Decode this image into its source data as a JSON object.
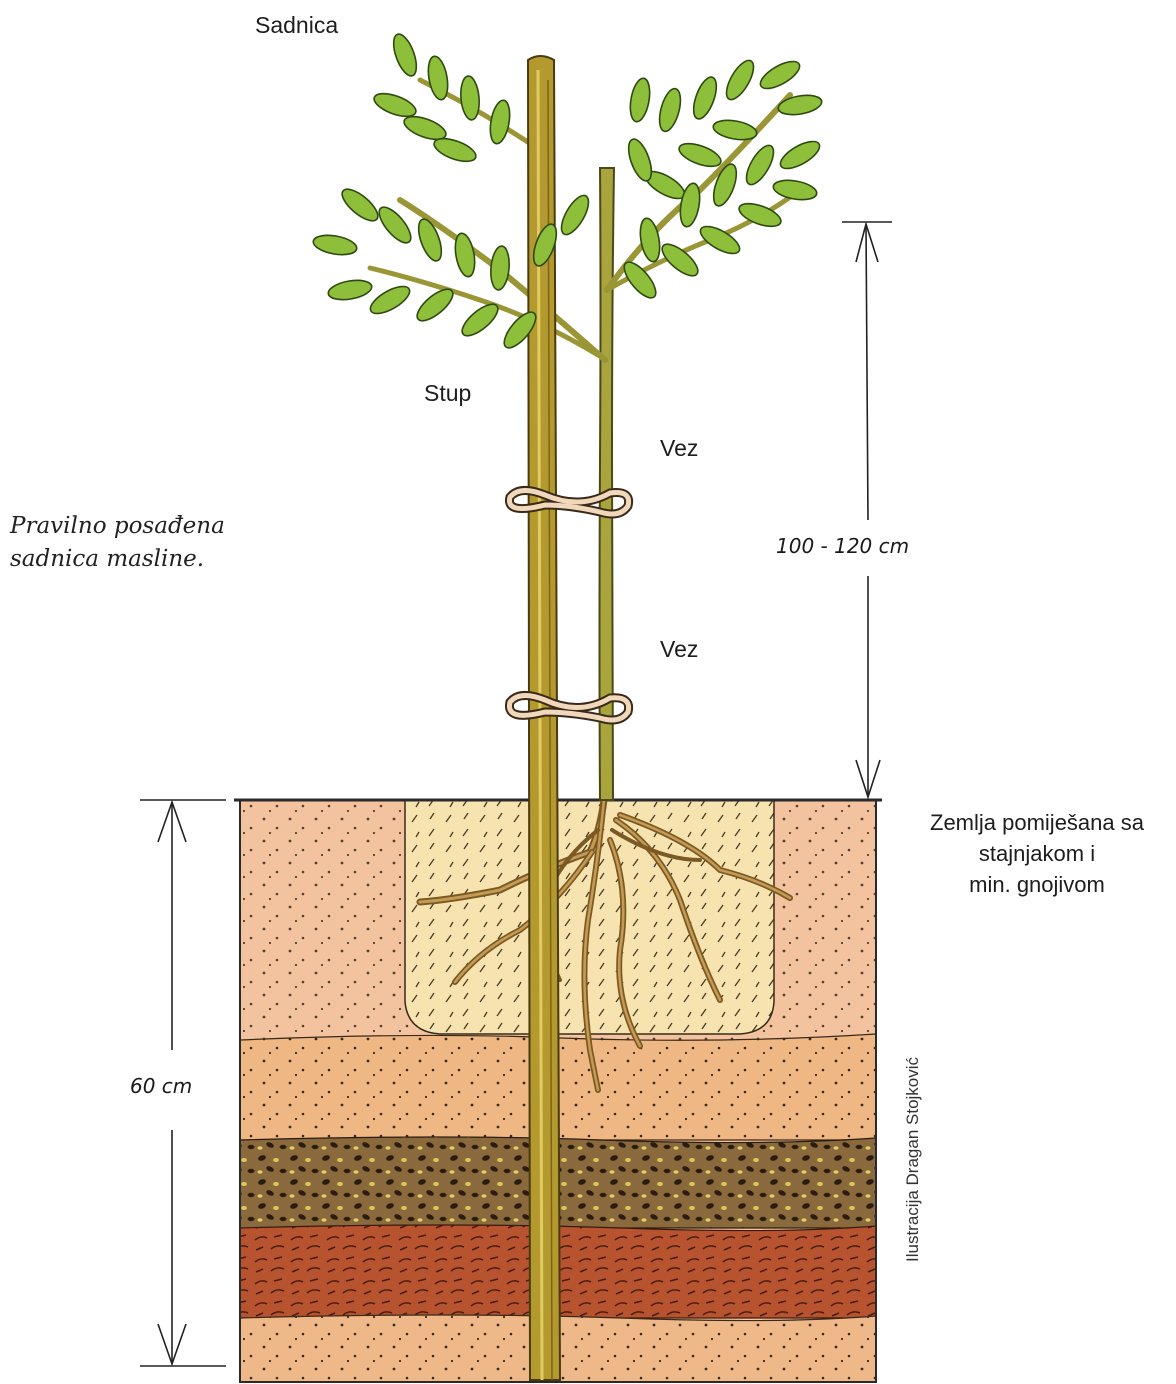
{
  "labels": {
    "sadnica": "Sadnica",
    "stup": "Stup",
    "vez_top": "Vez",
    "vez_bottom": "Vez"
  },
  "caption": {
    "line1": "Pravilno posađena",
    "line2": "sadnica masline."
  },
  "dimensions": {
    "above_ground": "100 - 120 cm",
    "depth": "60 cm"
  },
  "soil_note": {
    "line1": "Zemlja pomiješana sa",
    "line2": "stajnjakom i",
    "line3": "min. gnojivom"
  },
  "credit": "Ilustracija Dragan Stojković",
  "colors": {
    "outer_soil": "#f2c39e",
    "mix_soil": "#f6e3b0",
    "middle_soil": "#eeb783",
    "dark_soil": "#8a6a3d",
    "clay_soil": "#b8532f",
    "bottom_soil": "#efb889",
    "leaf": "#8dbf3a",
    "stake": "#b49a2e",
    "tie": "#f1d8bd"
  }
}
